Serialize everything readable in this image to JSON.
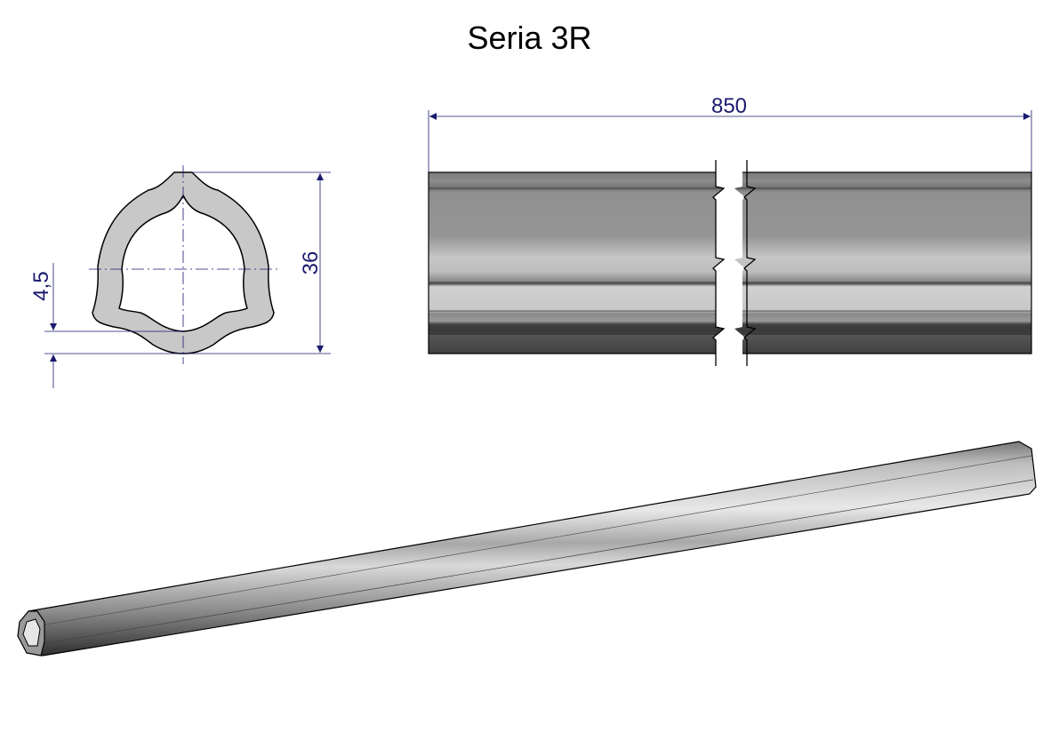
{
  "title": "Seria 3R",
  "dimensions": {
    "length": "850",
    "height": "36",
    "wall": "4,5"
  },
  "colors": {
    "dimension": "#1a1a6e",
    "profile_fill": "#c8c8c8",
    "outline": "#000000"
  }
}
